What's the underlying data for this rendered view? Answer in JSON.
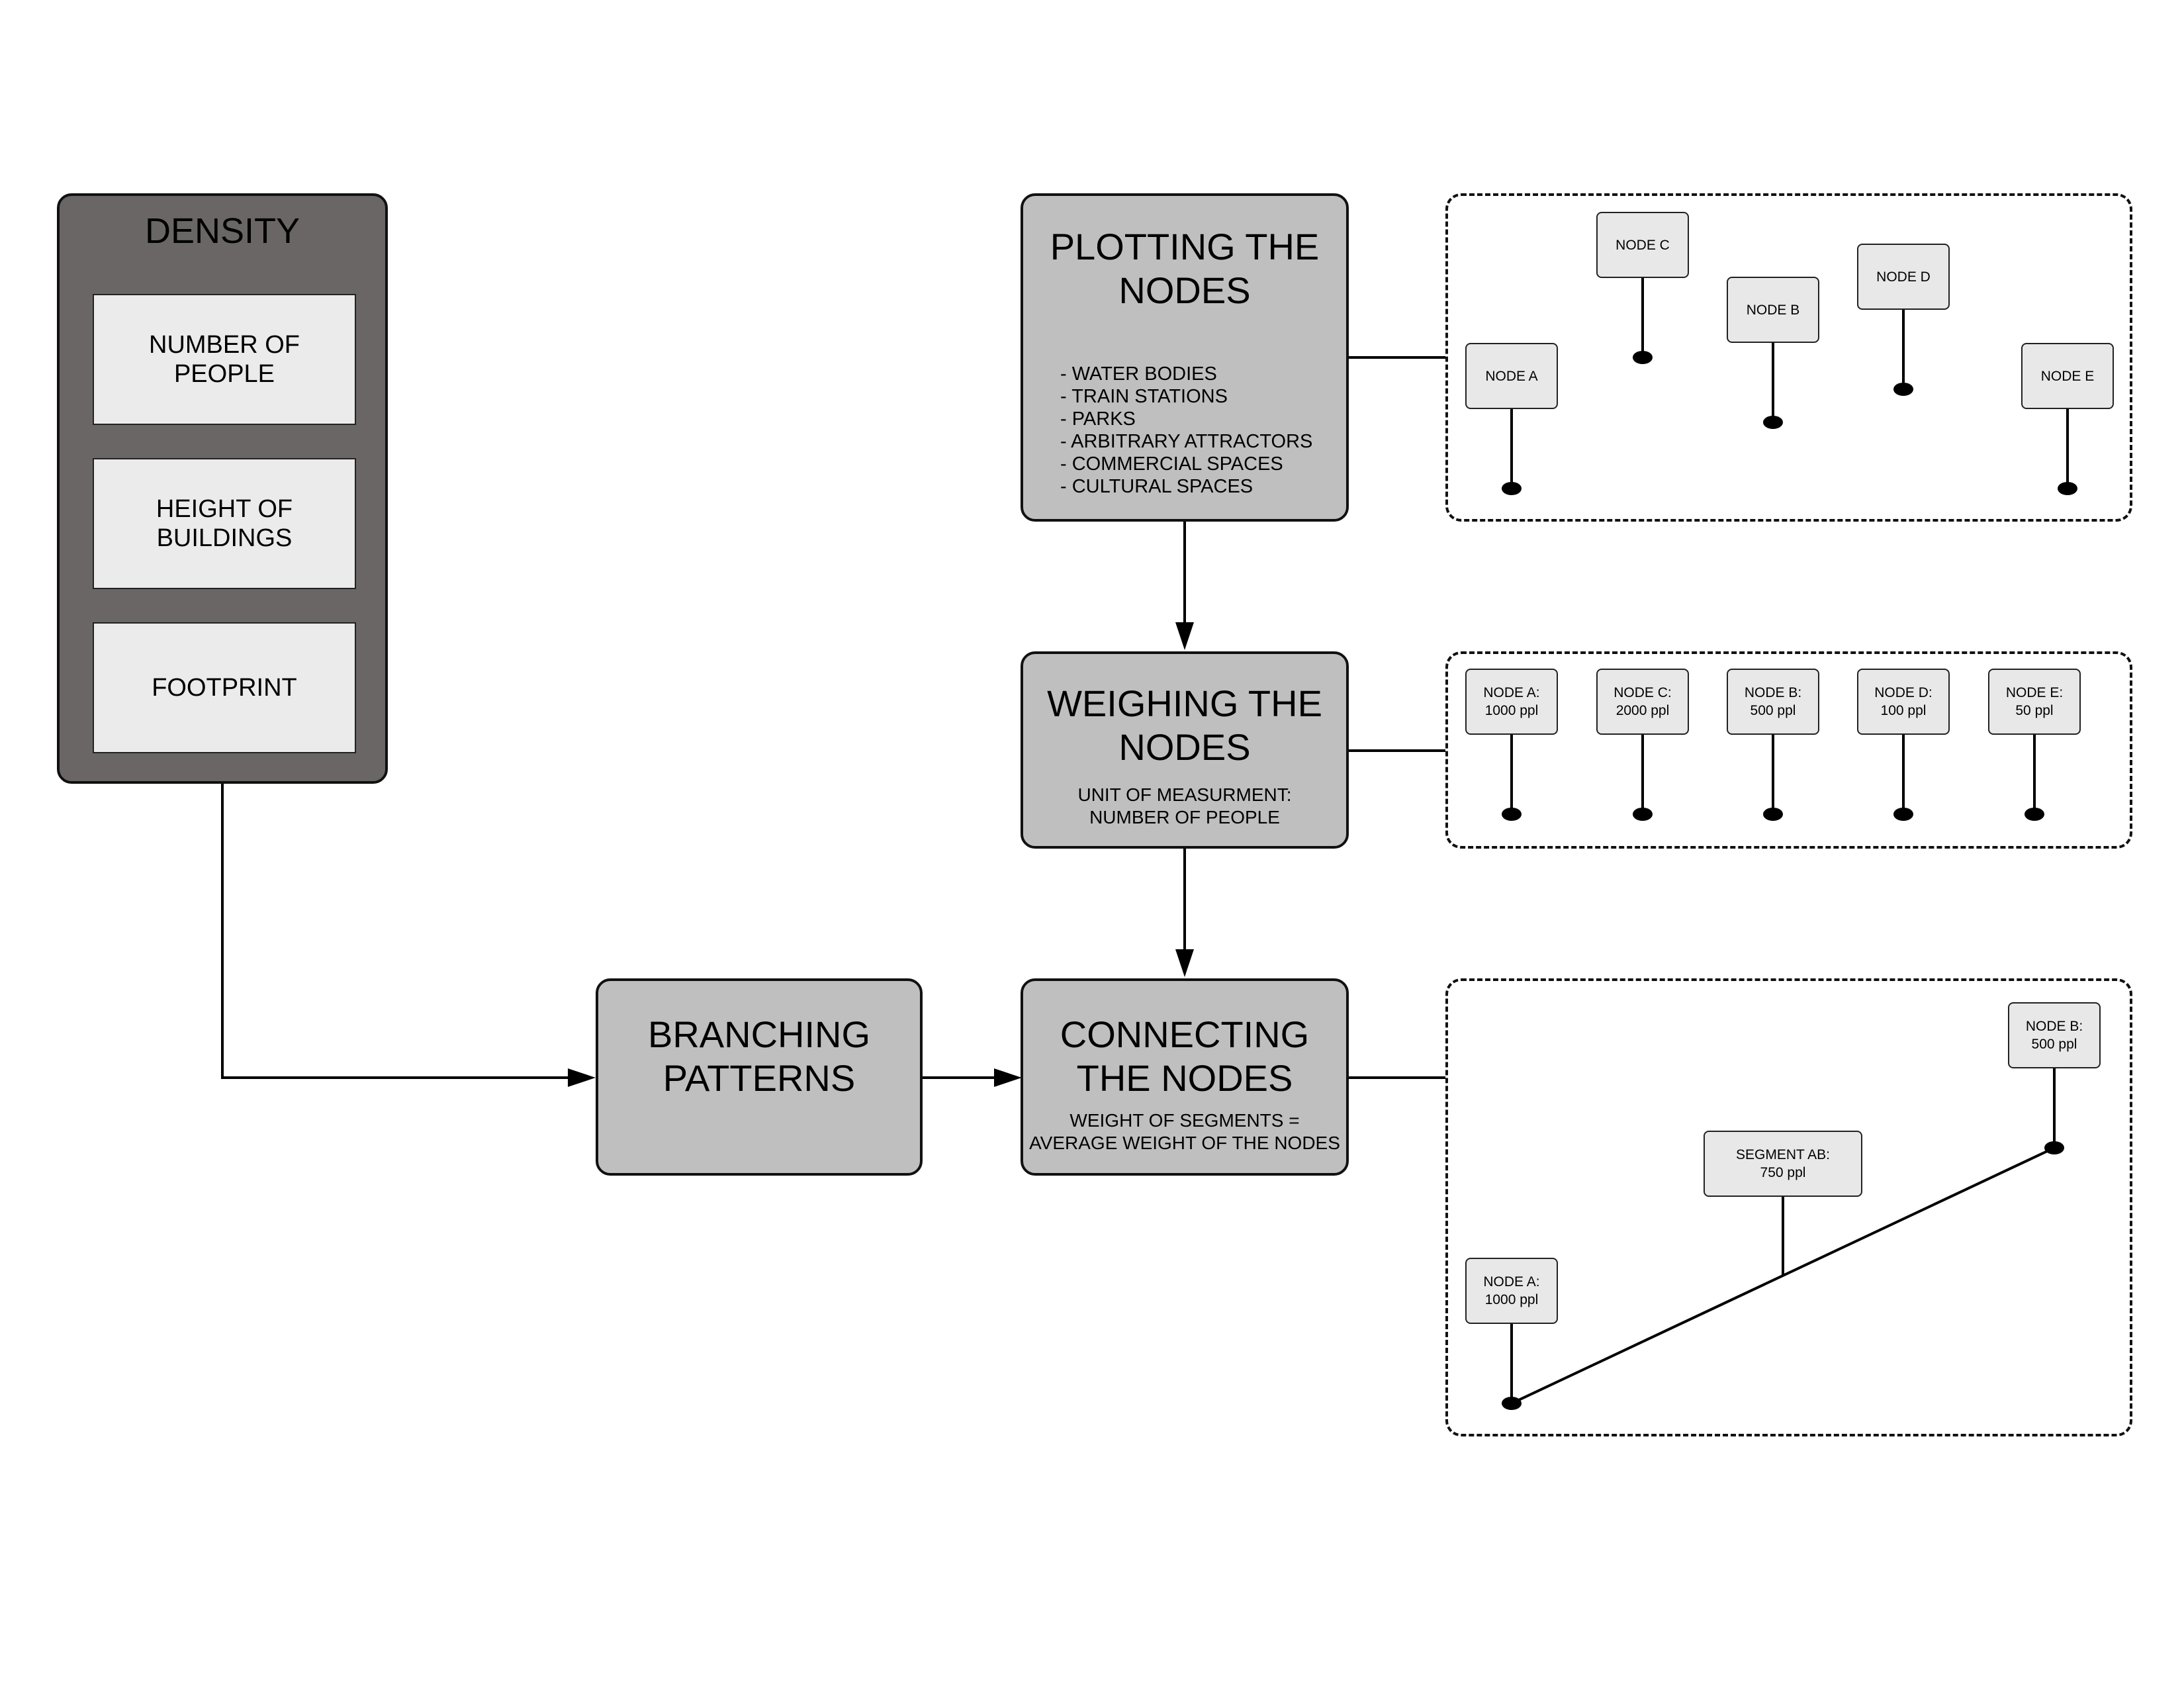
{
  "density": {
    "title": "DENSITY",
    "factors": [
      "NUMBER OF\nPEOPLE",
      "HEIGHT OF\nBUILDINGS",
      "FOOTPRINT"
    ]
  },
  "plotting": {
    "title": "PLOTTING THE\nNODES",
    "items": [
      "- WATER BODIES",
      "- TRAIN STATIONS",
      "- PARKS",
      "- ARBITRARY ATTRACTORS",
      "- COMMERCIAL SPACES",
      "- CULTURAL SPACES"
    ]
  },
  "weighing": {
    "title": "WEIGHING THE\nNODES",
    "description": "UNIT OF MEASURMENT:\nNUMBER OF PEOPLE"
  },
  "connecting": {
    "title": "CONNECTING\nTHE NODES",
    "description": "WEIGHT OF SEGMENTS =\nAVERAGE WEIGHT OF THE NODES"
  },
  "branching": {
    "title": "BRANCHING\nPATTERNS"
  },
  "plot_nodes": [
    "NODE A",
    "NODE C",
    "NODE B",
    "NODE D",
    "NODE E"
  ],
  "weighted_nodes": [
    "NODE A:\n1000 ppl",
    "NODE C:\n2000 ppl",
    "NODE B:\n500 ppl",
    "NODE D:\n100 ppl",
    "NODE E:\n50 ppl"
  ],
  "segment": {
    "node_a": "NODE A:\n1000 ppl",
    "node_b": "NODE B:\n500 ppl",
    "segment_label": "SEGMENT  AB:\n750 ppl"
  }
}
